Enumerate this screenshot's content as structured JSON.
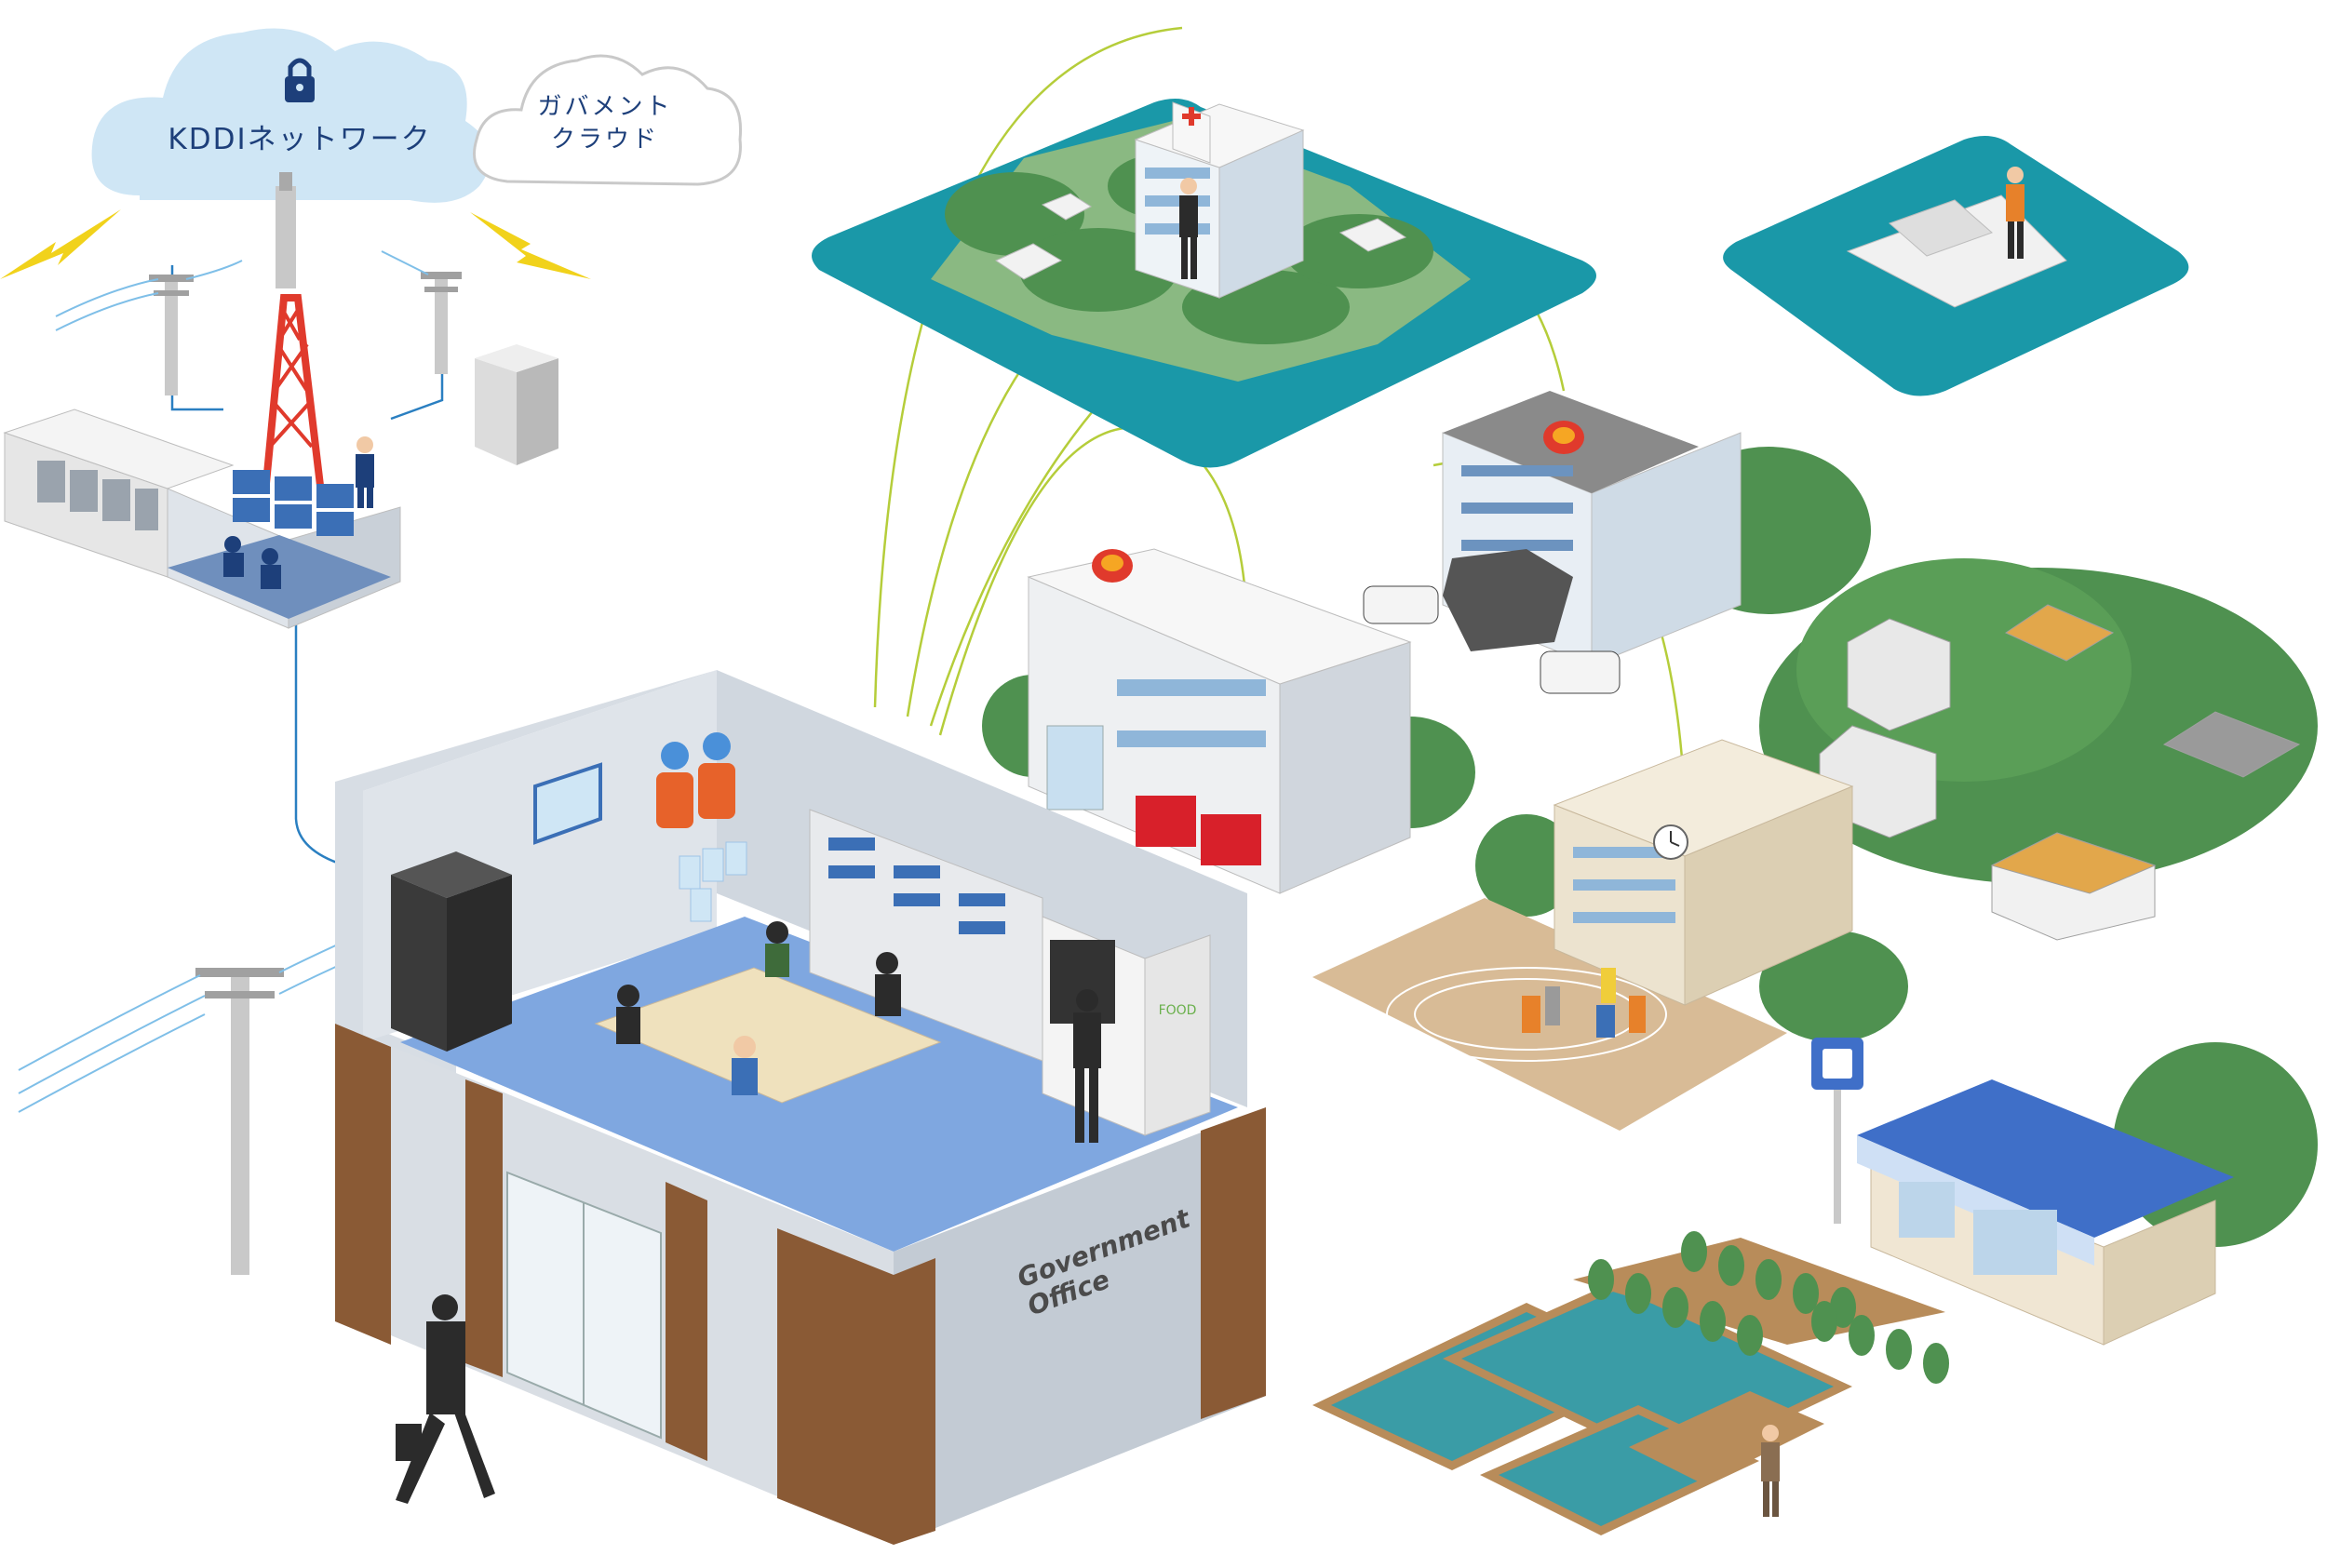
{
  "clouds": {
    "kddi_network": "KDDIネットワーク",
    "government_cloud_line1": "ガバメント",
    "government_cloud_line2": "クラウド"
  },
  "government_office_sign": {
    "line1": "Government",
    "line2": "Office"
  },
  "vending_machine_label": "FOOD",
  "icons": [
    "lock-icon",
    "lightning-icon",
    "hospital-cross-icon",
    "siren-icon",
    "bus-stop-icon",
    "clock-icon"
  ],
  "colors": {
    "cloud_blue": "#cfe6f5",
    "network_line": "#2a7fc1",
    "wireless_link": "#b5cd3a",
    "island_sea": "#1a98a8",
    "island_grass": "#5a9e57",
    "office_floor": "#7fa7e0",
    "office_pillar": "#8a5a35",
    "fire_red": "#d8202a",
    "store_blue": "#3f6fc8"
  }
}
